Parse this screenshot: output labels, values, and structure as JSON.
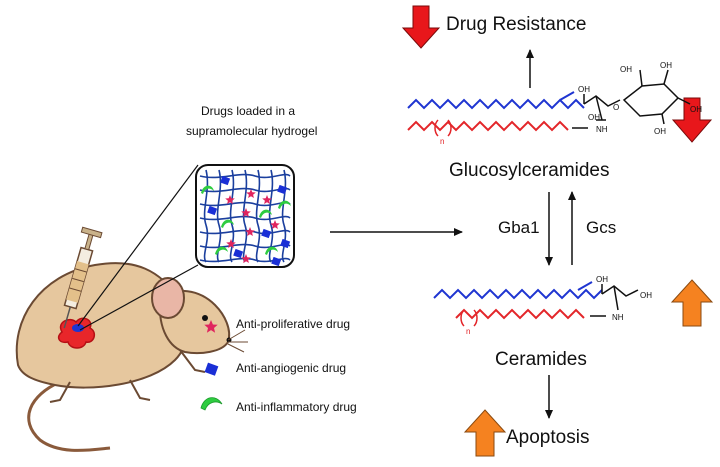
{
  "hydrogel": {
    "caption_line1": "Drugs loaded in a",
    "caption_line2": "supramolecular hydrogel"
  },
  "legend": [
    {
      "label": "Anti-proliferative drug",
      "icon": "star-icon",
      "color": "#e0245e"
    },
    {
      "label": "Anti-angiogenic drug",
      "icon": "square-icon",
      "color": "#1a2fd6"
    },
    {
      "label": "Anti-inflammatory drug",
      "icon": "crescent-icon",
      "color": "#2ecc40"
    }
  ],
  "pathway": {
    "drug_resistance": "Drug Resistance",
    "glucosylceramides": "Glucosylceramides",
    "gba1": "Gba1",
    "gcs": "Gcs",
    "ceramides": "Ceramides",
    "apoptosis": "Apoptosis"
  },
  "chem_labels": {
    "oh": "OH",
    "nh": "NH",
    "o": "O",
    "n": "n"
  },
  "colors": {
    "down_arrow": "#e8171b",
    "up_arrow": "#f58220",
    "chain_blue": "#1f35d1",
    "chain_red": "#e3262a",
    "mesh": "#1b3f9e",
    "mouse": "#e6c79e"
  }
}
